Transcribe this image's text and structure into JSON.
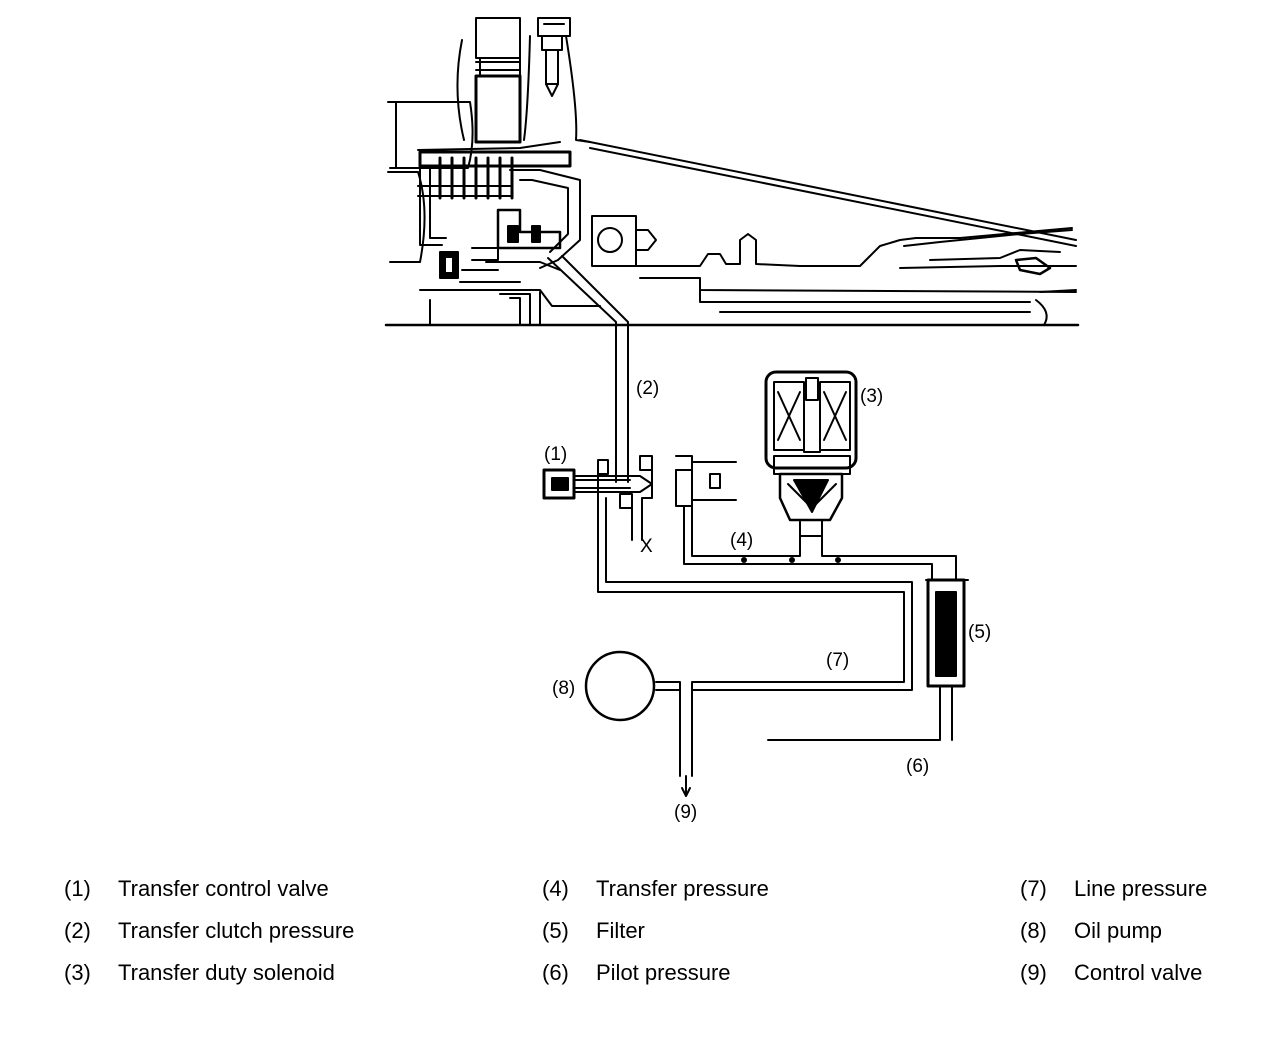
{
  "callouts": {
    "c1": "(1)",
    "c2": "(2)",
    "c3": "(3)",
    "c4": "(4)",
    "c5": "(5)",
    "c6": "(6)",
    "c7": "(7)",
    "c8": "(8)",
    "c9": "(9)",
    "x_mark": "X"
  },
  "legend": {
    "col1": [
      {
        "num": "(1)",
        "label": "Transfer control valve"
      },
      {
        "num": "(2)",
        "label": "Transfer clutch pressure"
      },
      {
        "num": "(3)",
        "label": "Transfer duty solenoid"
      }
    ],
    "col2": [
      {
        "num": "(4)",
        "label": "Transfer pressure"
      },
      {
        "num": "(5)",
        "label": "Filter"
      },
      {
        "num": "(6)",
        "label": "Pilot pressure"
      }
    ],
    "col3": [
      {
        "num": "(7)",
        "label": "Line pressure"
      },
      {
        "num": "(8)",
        "label": "Oil pump"
      },
      {
        "num": "(9)",
        "label": "Control valve"
      }
    ]
  },
  "colors": {
    "ink": "#000000",
    "paper": "#ffffff"
  }
}
